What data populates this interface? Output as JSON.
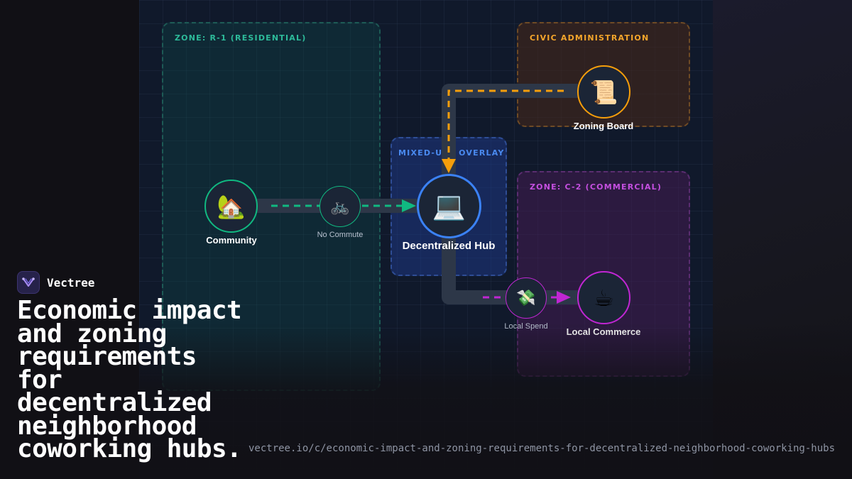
{
  "zones": {
    "residential": "ZONE: R-1 (RESIDENTIAL)",
    "civic": "CIVIC ADMINISTRATION",
    "mixed_use": "MIXED-USE OVERLAY",
    "commercial": "ZONE: C-2 (COMMERCIAL)"
  },
  "nodes": {
    "community": {
      "label": "Community",
      "icon": "🏡"
    },
    "no_commute": {
      "label": "No Commute",
      "icon": "🚲"
    },
    "hub": {
      "label": "Decentralized Hub",
      "icon": "💻"
    },
    "zoning_board": {
      "label": "Zoning Board",
      "icon": "📜"
    },
    "local_spend": {
      "label": "Local Spend",
      "icon": "💸"
    },
    "local_commerce": {
      "label": "Local Commerce",
      "icon": "☕"
    }
  },
  "colors": {
    "residential": "#10b981",
    "hub": "#3b82f6",
    "civic": "#f59e0b",
    "commercial": "#c026d3"
  },
  "brand": {
    "name": "Vectree"
  },
  "headline": "Economic impact and zoning requirements for decentralized neighborhood coworking hubs.",
  "url": "vectree.io/c/economic-impact-and-zoning-requirements-for-decentralized-neighborhood-coworking-hubs"
}
